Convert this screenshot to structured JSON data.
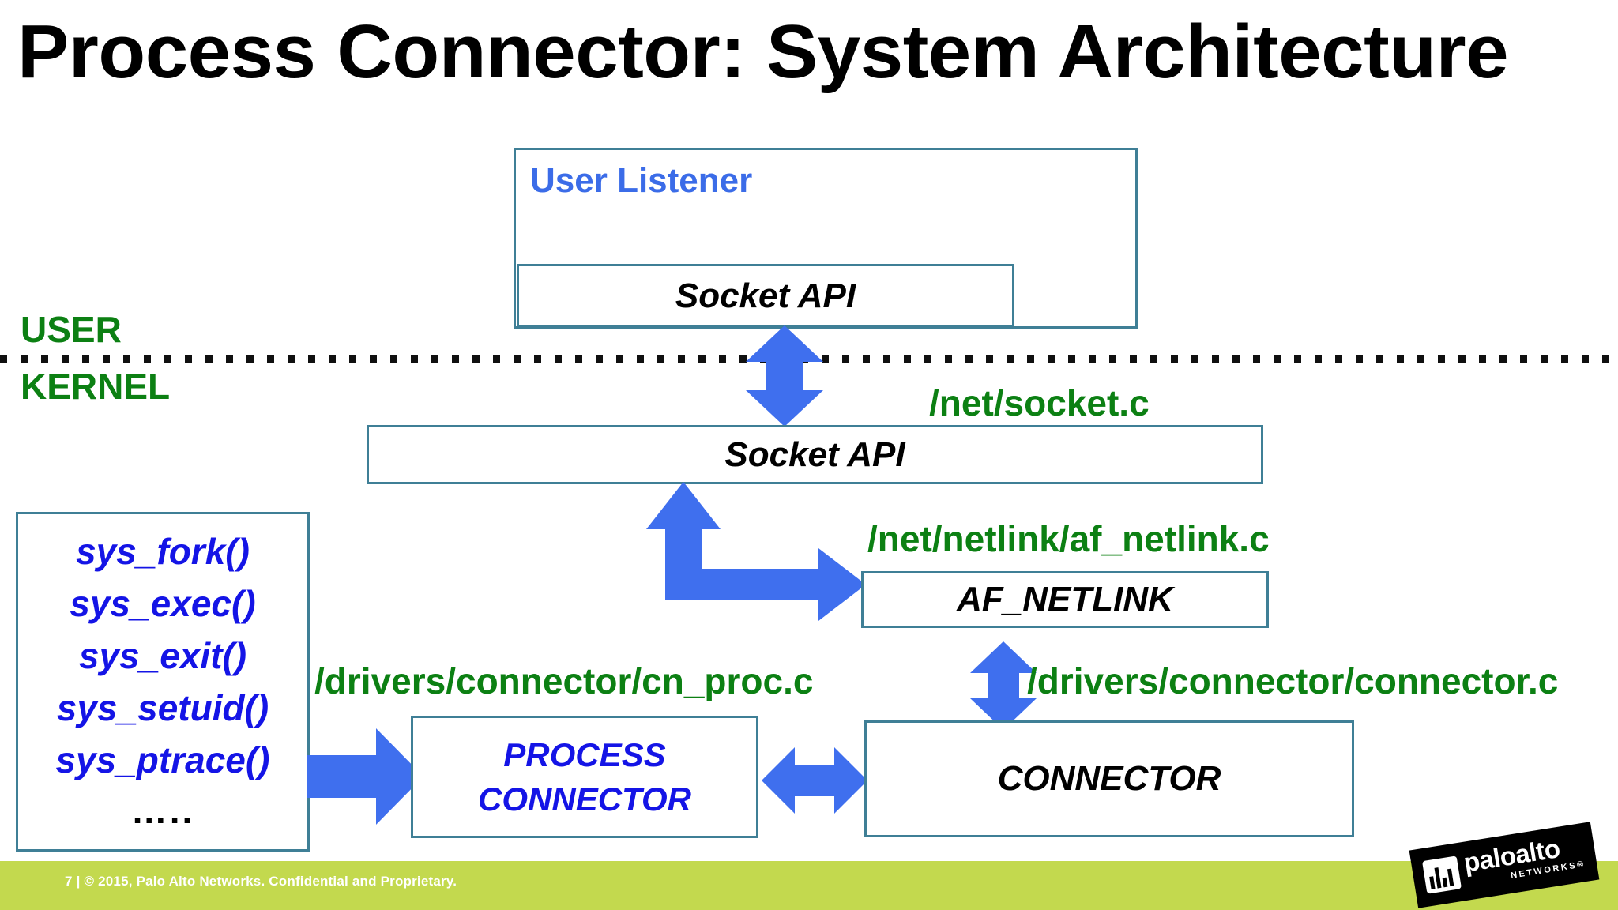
{
  "slide": {
    "title": "Process Connector: System Architecture",
    "page_number": "7",
    "footer": "7  |  © 2015, Palo Alto Networks. Confidential and Proprietary."
  },
  "colors": {
    "box_border": "#3f7f96",
    "arrow_blue": "#3f6fee",
    "label_green": "#0c8013",
    "text_blue": "#1414e6",
    "heading_blue": "#3b6ce8",
    "footer_bar": "#c3d94e"
  },
  "zones": {
    "user": "USER",
    "kernel": "KERNEL"
  },
  "boxes": {
    "user_listener": "User Listener",
    "socket_api_user": "Socket  API",
    "socket_api_kernel": "Socket API",
    "af_netlink": "AF_NETLINK",
    "process_connector_line1": "PROCESS",
    "process_connector_line2": "CONNECTOR",
    "connector": "CONNECTOR"
  },
  "syscalls": {
    "items": [
      "sys_fork()",
      "sys_exec()",
      "sys_exit()",
      "sys_setuid()",
      "sys_ptrace()"
    ],
    "ellipsis": "….."
  },
  "paths": {
    "socket": "/net/socket.c",
    "af_netlink": "/net/netlink/af_netlink.c",
    "cn_proc": "/drivers/connector/cn_proc.c",
    "connector": "/drivers/connector/connector.c"
  },
  "logo": {
    "wordmark": "paloalto",
    "sub": "NETWORKS®"
  },
  "arrows": [
    {
      "name": "user-kernel-socket-arrow",
      "kind": "vertical-double"
    },
    {
      "name": "socket-netlink-elbow-arrow",
      "kind": "elbow-double"
    },
    {
      "name": "netlink-connector-arrow",
      "kind": "vertical-double"
    },
    {
      "name": "syscalls-process-connector-arrow",
      "kind": "horizontal-single"
    },
    {
      "name": "process-connector-connector-arrow",
      "kind": "horizontal-double"
    }
  ]
}
